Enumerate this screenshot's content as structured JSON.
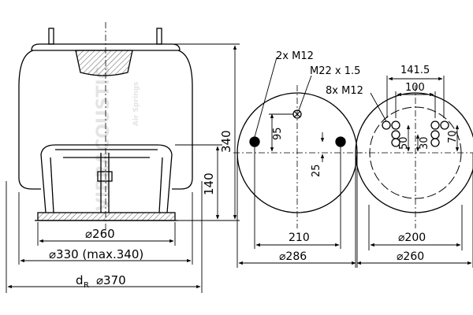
{
  "watermark": {
    "brand": "VIBRACOUSTIC",
    "subline": "Air Springs"
  },
  "side_view": {
    "dim_bellows_dia": "⌀260",
    "dim_piston_dia": "⌀330 (max.340)",
    "dim_dr": "d",
    "dim_dr_sub": "R",
    "dim_dr_value": "⌀370",
    "dim_height_total": "340",
    "dim_height_piston": "140"
  },
  "top_view": {
    "callout_studs": "2x M12",
    "callout_air": "M22 x 1.5",
    "dim_offset_y": "95",
    "dim_offset_x": "25",
    "dim_spacing": "210",
    "dim_plate_dia": "⌀286"
  },
  "bottom_view": {
    "callout_holes": "8x M12",
    "dim_outer_spacing": "141.5",
    "dim_inner_spacing": "100",
    "dim_v70": "70",
    "dim_v50": "50",
    "dim_v30": "30",
    "dim_base_dia": "⌀200",
    "dim_outer_dia": "⌀260"
  }
}
